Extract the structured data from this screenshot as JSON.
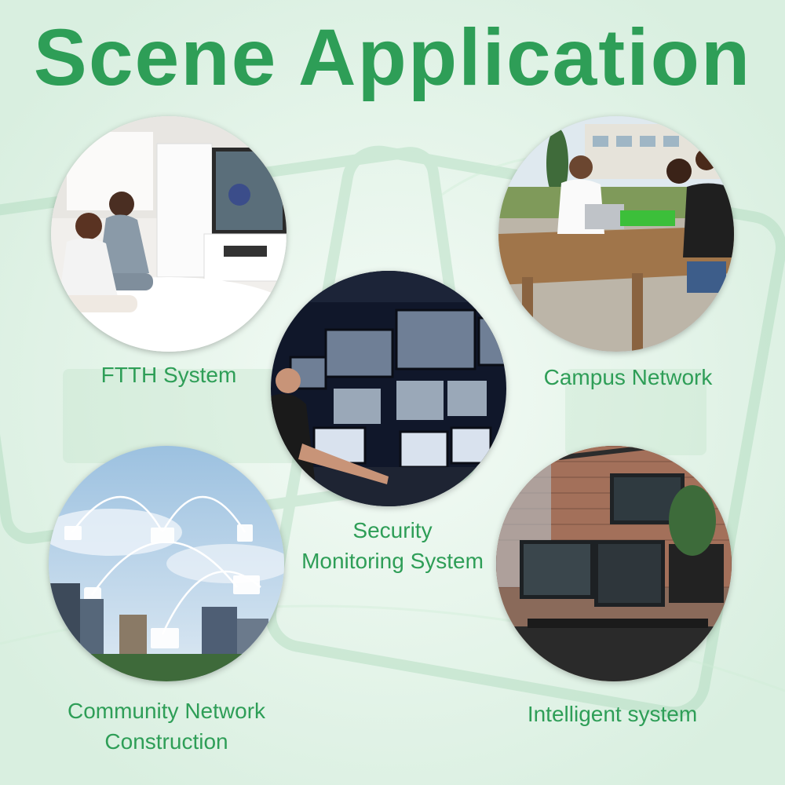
{
  "title": "Scene Application",
  "colors": {
    "accent": "#2e9e57",
    "background": "#e4f3e9"
  },
  "scenes": [
    {
      "label": "FTTH System",
      "icon": "living-room-tv-photo"
    },
    {
      "label": "Campus Network",
      "icon": "students-laptop-photo"
    },
    {
      "label": "Security Monitoring System",
      "label_line1": "Security",
      "label_line2": "Monitoring System",
      "icon": "control-room-photo"
    },
    {
      "label": "Community Network Construction",
      "label_line1": "Community Network",
      "label_line2": "Construction",
      "icon": "city-network-photo"
    },
    {
      "label": "Intelligent system",
      "icon": "office-workstation-photo"
    }
  ]
}
